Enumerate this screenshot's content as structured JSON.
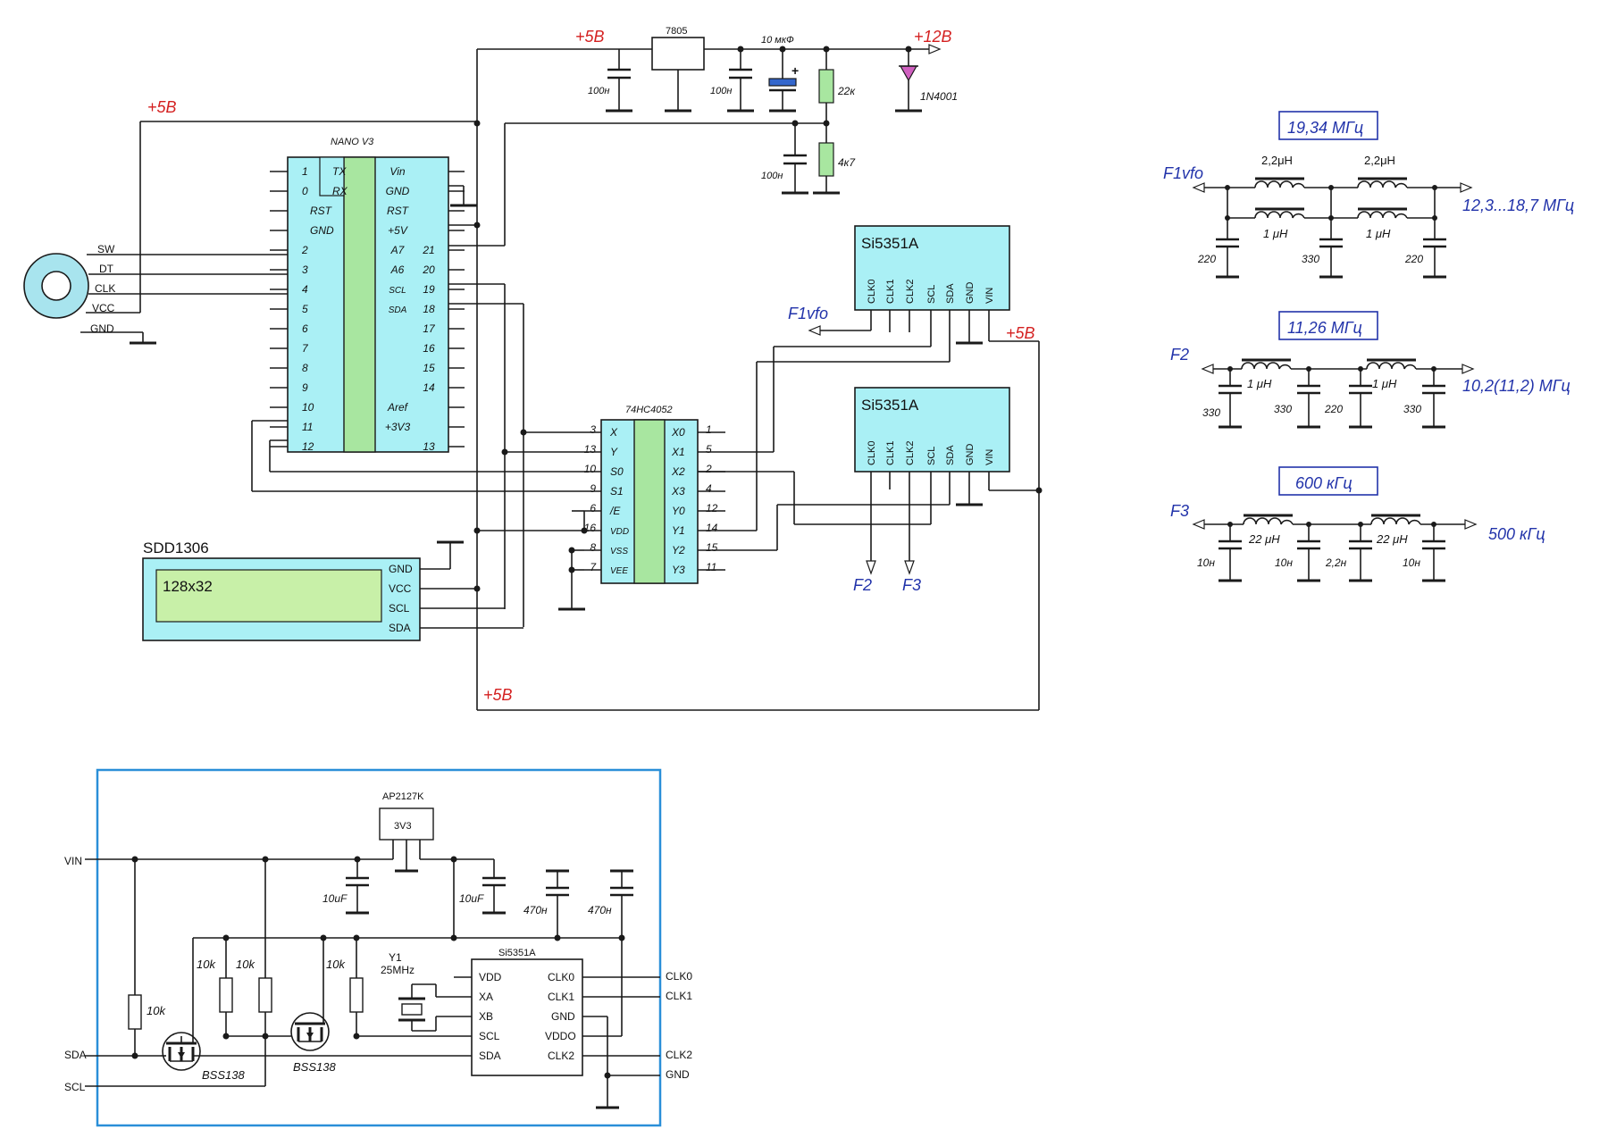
{
  "power": {
    "rail5_top": "+5В",
    "rail12": "+12В",
    "rail5_left": "+5В",
    "rail5_si": "+5В",
    "rail5_bottom": "+5В",
    "reg": "7805",
    "cap_10uF": "10 мкФ",
    "cap_100n_a": "100н",
    "cap_100n_b": "100н",
    "cap_100n_c": "100н",
    "r22k": "22к",
    "r4k7": "4к7",
    "diode": "1N4001"
  },
  "nano": {
    "title": "NANO V3",
    "left_pins": [
      {
        "num": "1",
        "name": "TX"
      },
      {
        "num": "0",
        "name": "RX"
      },
      {
        "num": "",
        "name": "RST"
      },
      {
        "num": "",
        "name": "GND"
      },
      {
        "num": "2",
        "name": ""
      },
      {
        "num": "3",
        "name": ""
      },
      {
        "num": "4",
        "name": ""
      },
      {
        "num": "5",
        "name": ""
      },
      {
        "num": "6",
        "name": ""
      },
      {
        "num": "7",
        "name": ""
      },
      {
        "num": "8",
        "name": ""
      },
      {
        "num": "9",
        "name": ""
      },
      {
        "num": "10",
        "name": ""
      },
      {
        "num": "11",
        "name": ""
      },
      {
        "num": "12",
        "name": ""
      }
    ],
    "right_pins": [
      {
        "name": "Vin",
        "num": ""
      },
      {
        "name": "GND",
        "num": ""
      },
      {
        "name": "RST",
        "num": ""
      },
      {
        "name": "+5V",
        "num": ""
      },
      {
        "name": "A7",
        "num": "21"
      },
      {
        "name": "A6",
        "num": "20"
      },
      {
        "name": "SCL",
        "num": "19"
      },
      {
        "name": "SDA",
        "num": "18"
      },
      {
        "name": "",
        "num": "17"
      },
      {
        "name": "",
        "num": "16"
      },
      {
        "name": "",
        "num": "15"
      },
      {
        "name": "",
        "num": "14"
      },
      {
        "name": "Aref",
        "num": ""
      },
      {
        "name": "+3V3",
        "num": ""
      },
      {
        "name": "",
        "num": "13"
      }
    ]
  },
  "encoder": {
    "pins": [
      "SW",
      "DT",
      "CLK",
      "VCC",
      "GND"
    ]
  },
  "mux": {
    "title": "74HC4052",
    "left": [
      {
        "num": "3",
        "name": "X"
      },
      {
        "num": "13",
        "name": "Y"
      },
      {
        "num": "10",
        "name": "S0"
      },
      {
        "num": "9",
        "name": "S1"
      },
      {
        "num": "6",
        "name": "/E"
      },
      {
        "num": "16",
        "name": "VDD"
      },
      {
        "num": "8",
        "name": "VSS"
      },
      {
        "num": "7",
        "name": "VEE"
      }
    ],
    "right": [
      {
        "name": "X0",
        "num": "1"
      },
      {
        "name": "X1",
        "num": "5"
      },
      {
        "name": "X2",
        "num": "2"
      },
      {
        "name": "X3",
        "num": "4"
      },
      {
        "name": "Y0",
        "num": "12"
      },
      {
        "name": "Y1",
        "num": "14"
      },
      {
        "name": "Y2",
        "num": "15"
      },
      {
        "name": "Y3",
        "num": "11"
      }
    ]
  },
  "oled": {
    "title": "SDD1306",
    "screen": "128x32",
    "pins": [
      "GND",
      "VCC",
      "SCL",
      "SDA"
    ]
  },
  "si1": {
    "title": "Si5351A",
    "pins": [
      "CLK0",
      "CLK1",
      "CLK2",
      "SCL",
      "SDA",
      "GND",
      "VIN"
    ],
    "out": "F1vfo"
  },
  "si2": {
    "title": "Si5351A",
    "pins": [
      "CLK0",
      "CLK1",
      "CLK2",
      "SCL",
      "SDA",
      "GND",
      "VIN"
    ],
    "out_f2": "F2",
    "out_f3": "F3"
  },
  "filters": [
    {
      "freq": "19,34 МГц",
      "in": "F1vfo",
      "out": "12,3...18,7 МГц",
      "l_top": [
        "2,2μH",
        "2,2μH"
      ],
      "l_bottom": [
        "1 μH",
        "1 μH"
      ],
      "caps": [
        "220",
        "330",
        "220"
      ]
    },
    {
      "freq": "11,26 МГц",
      "in": "F2",
      "out": "10,2(11,2) МГц",
      "l": [
        "1 μH",
        "1 μH"
      ],
      "caps": [
        "330",
        "330",
        "220",
        "330"
      ]
    },
    {
      "freq": "600 кГц",
      "in": "F3",
      "out": "500 кГц",
      "l": [
        "22 μH",
        "22 μH"
      ],
      "caps": [
        "10н",
        "10н",
        "2,2н",
        "10н"
      ]
    }
  ],
  "module": {
    "reg": "AP2127K",
    "reg_box": "3V3",
    "c1": "10uF",
    "c2": "10uF",
    "c3": "470н",
    "c4": "470н",
    "r1": "10k",
    "r2": "10k",
    "r3": "10k",
    "r4": "10k",
    "xtal": "Y1",
    "xtal_f": "25MHz",
    "chip": "Si5351A",
    "chip_left": [
      "VDD",
      "XA",
      "XB",
      "SCL",
      "SDA"
    ],
    "chip_right": [
      "CLK0",
      "CLK1",
      "GND",
      "VDDO",
      "CLK2"
    ],
    "q1": "BSS138",
    "q2": "BSS138",
    "ext_left": [
      "VIN",
      "SDA",
      "SCL"
    ],
    "ext_right": [
      "CLK0",
      "CLK1",
      "CLK2",
      "GND"
    ]
  }
}
